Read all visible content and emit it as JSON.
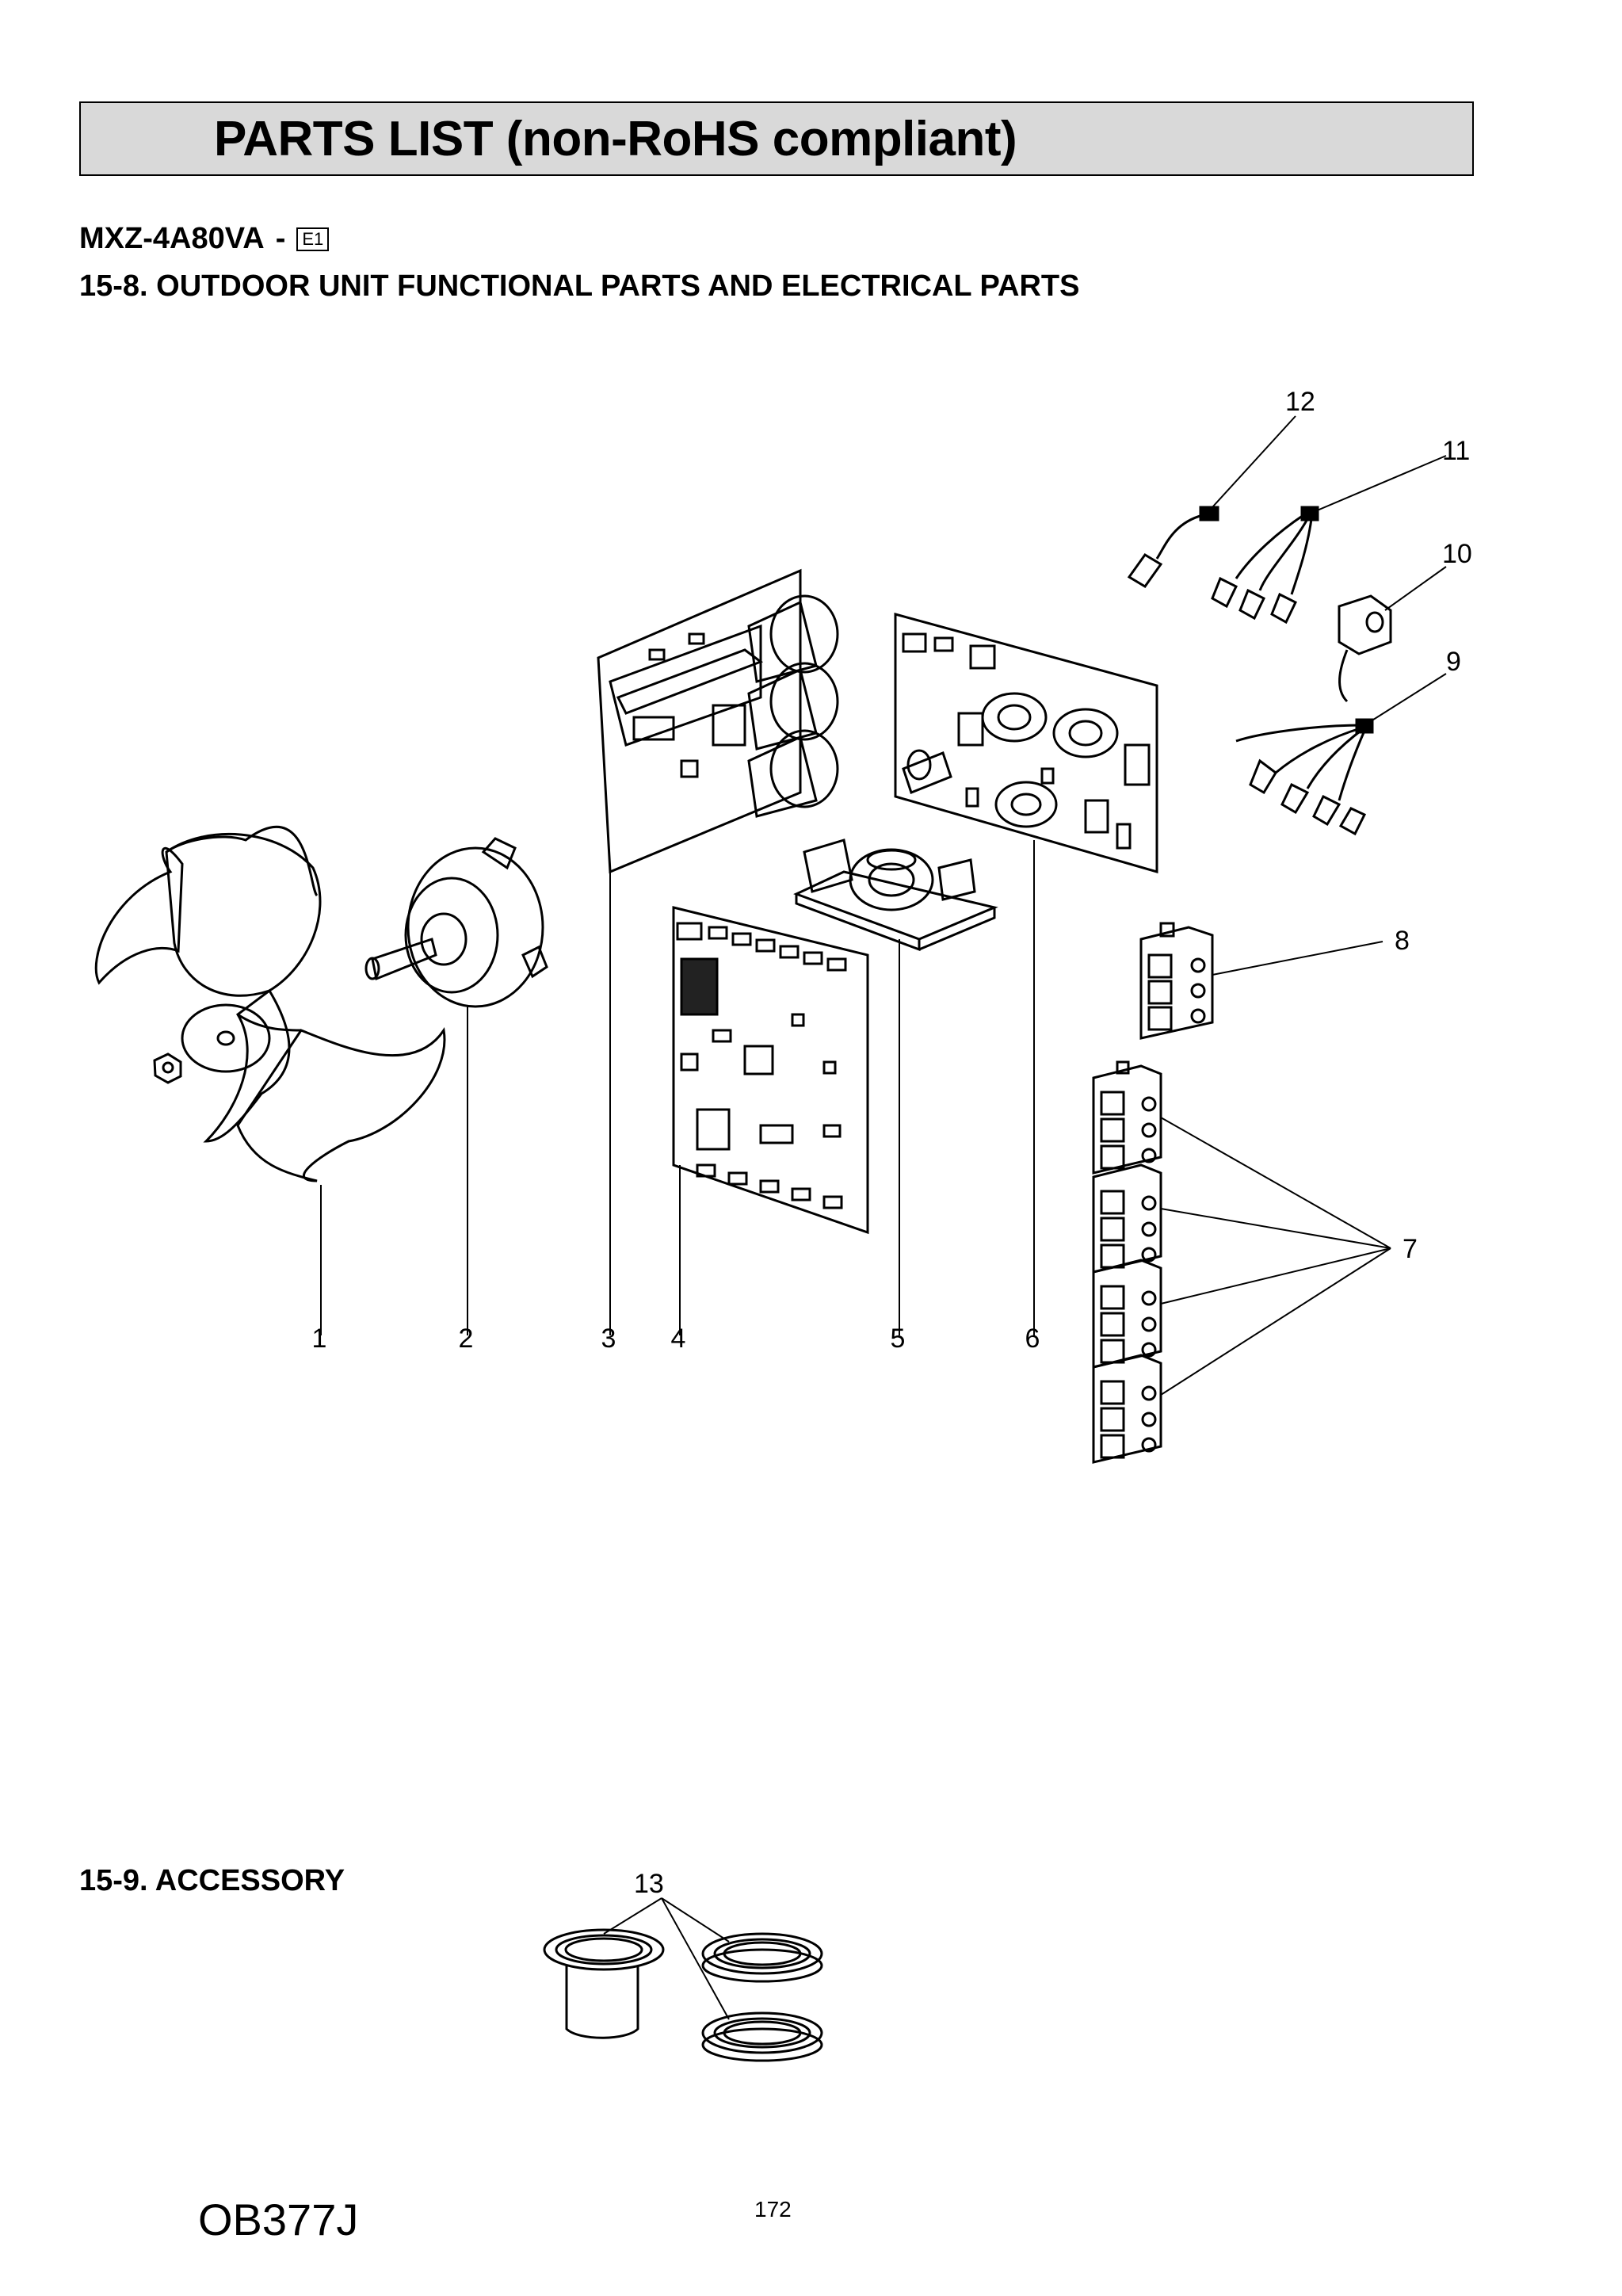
{
  "title": "PARTS LIST (non-RoHS compliant)",
  "model": {
    "name": "MXZ-4A80VA",
    "separator": "-",
    "revision_mark": "E1"
  },
  "sections": {
    "functional_parts": "15-8. OUTDOOR UNIT FUNCTIONAL PARTS AND ELECTRICAL PARTS",
    "accessory": "15-9. ACCESSORY"
  },
  "callouts": [
    "1",
    "2",
    "3",
    "4",
    "5",
    "6",
    "7",
    "8",
    "9",
    "10",
    "11",
    "12",
    "13"
  ],
  "footer": {
    "document_code": "OB377J",
    "page_number": "172"
  }
}
